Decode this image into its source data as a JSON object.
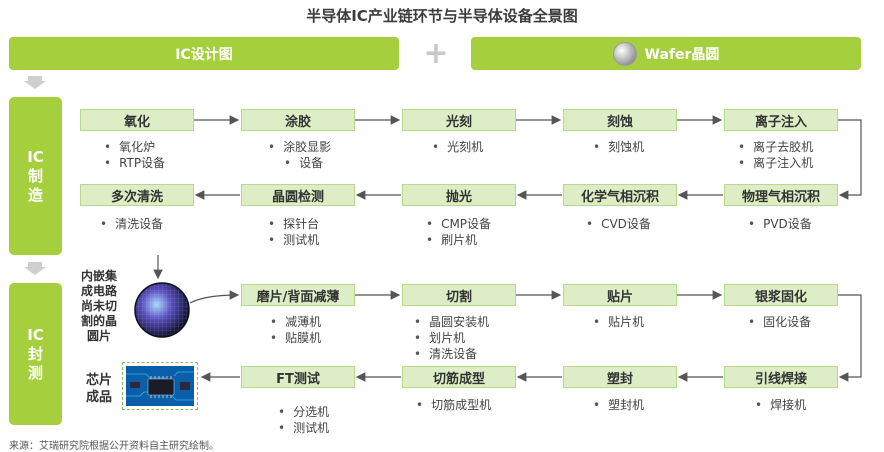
{
  "title": "半导体IC产业链环节与半导体设备全景图",
  "top": {
    "left": "IC设计图",
    "right": "Wafer晶圆"
  },
  "sidebar": {
    "manufacturing": [
      "IC",
      "制",
      "造"
    ],
    "packaging": [
      "IC",
      "封",
      "测"
    ]
  },
  "manufacturing": {
    "row1": [
      {
        "name": "氧化",
        "items": [
          "氧化炉",
          "RTP设备"
        ]
      },
      {
        "name": "涂胶",
        "items": [
          "涂胶显影",
          "设备"
        ]
      },
      {
        "name": "光刻",
        "items": [
          "光刻机"
        ]
      },
      {
        "name": "刻蚀",
        "items": [
          "刻蚀机"
        ]
      },
      {
        "name": "离子注入",
        "items": [
          "离子去胶机",
          "离子注入机"
        ]
      }
    ],
    "row2": [
      {
        "name": "多次清洗",
        "items": [
          "清洗设备"
        ]
      },
      {
        "name": "晶圆检测",
        "items": [
          "探针台",
          "测试机"
        ]
      },
      {
        "name": "抛光",
        "items": [
          "CMP设备",
          "刷片机"
        ]
      },
      {
        "name": "化学气相沉积",
        "items": [
          "CVD设备"
        ]
      },
      {
        "name": "物理气相沉积",
        "items": [
          "PVD设备"
        ]
      }
    ]
  },
  "packaging": {
    "row1": [
      {
        "name": "磨片/背面减薄",
        "items": [
          "减薄机",
          "贴膜机"
        ]
      },
      {
        "name": "切割",
        "items": [
          "晶圆安装机",
          "划片机",
          "清洗设备"
        ]
      },
      {
        "name": "贴片",
        "items": [
          "贴片机"
        ]
      },
      {
        "name": "银浆固化",
        "items": [
          "固化设备"
        ]
      }
    ],
    "row2": [
      {
        "name": "FT测试",
        "items": [
          "分选机",
          "测试机"
        ]
      },
      {
        "name": "切筋成型",
        "items": [
          "切筋成型机"
        ]
      },
      {
        "name": "塑封",
        "items": [
          "塑封机"
        ]
      },
      {
        "name": "引线焊接",
        "items": [
          "焊接机"
        ]
      }
    ]
  },
  "wafer_label": [
    "内嵌集",
    "成电路",
    "尚未切",
    "割的晶",
    "圆片"
  ],
  "chip_label": [
    "芯片",
    "成品"
  ],
  "source": "来源：艾瑞研究院根据公开资料自主研究绘制。"
}
